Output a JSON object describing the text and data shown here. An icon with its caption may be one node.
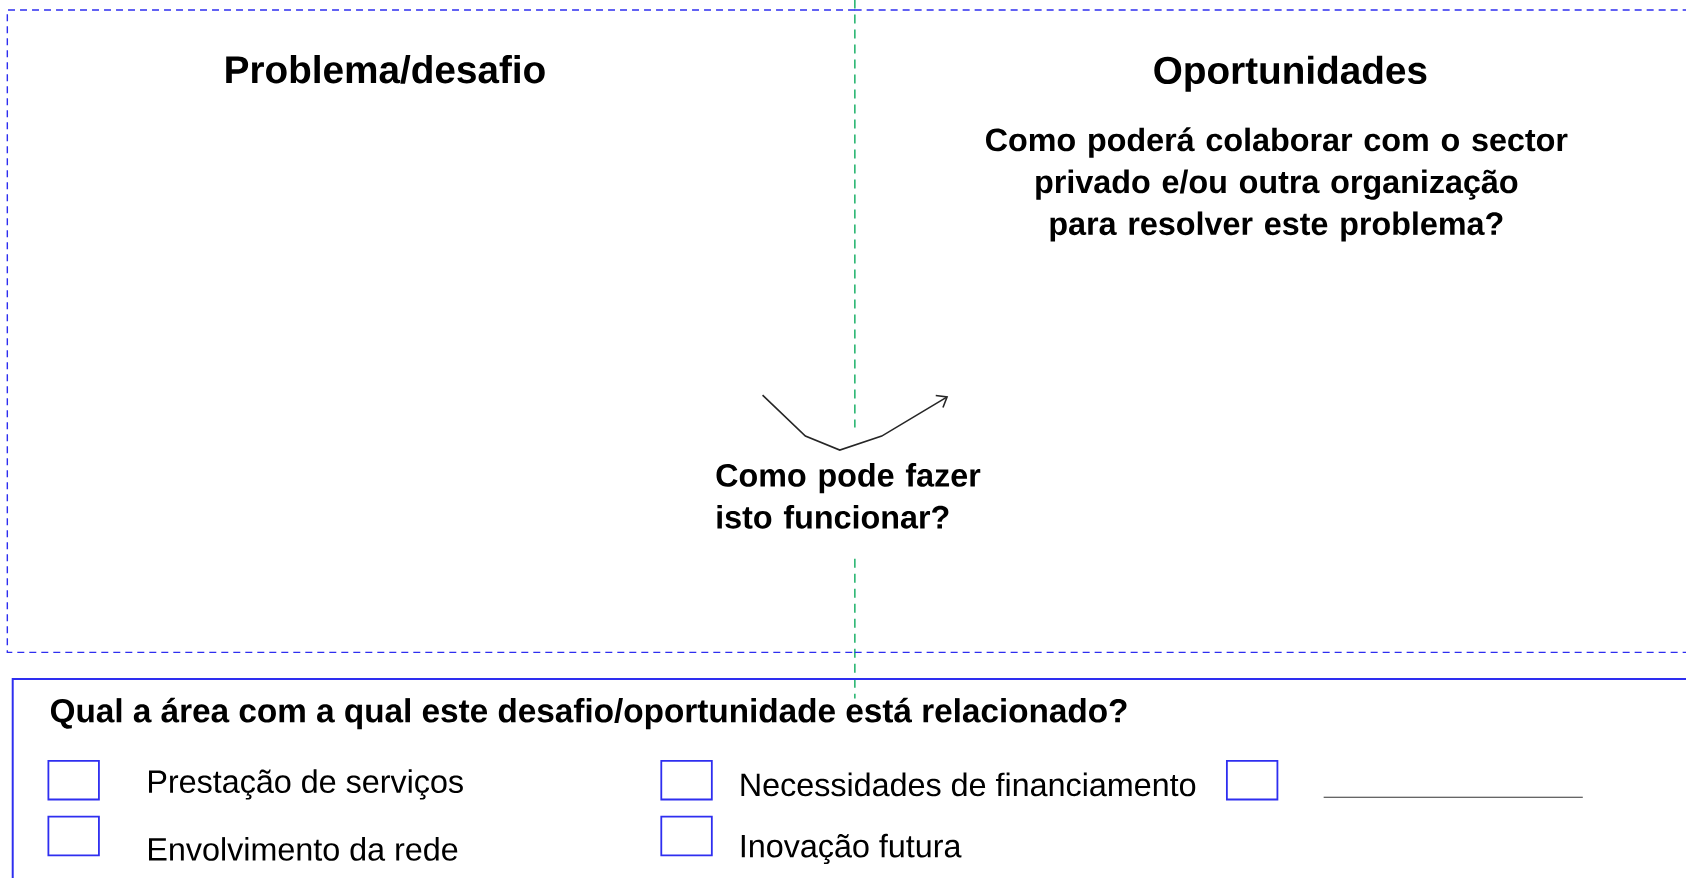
{
  "diagram": {
    "nodes": [
      {
        "text": [
          "Problema/desafio"
        ]
      },
      {
        "text": [
          "Oportunidades",
          "Como poderá colaborar com o sector privado e/ou outra organização para resolver este problema?"
        ]
      },
      {
        "text": [
          "Qual a área com a qual este desafio/oportunidade está relacionado?"
        ]
      }
    ],
    "edges": [
      {
        "from": 0,
        "to": 1,
        "arrow": "to",
        "label": "Como pode fazer isto funcionar?"
      }
    ],
    "labels": [
      "Prestação de serviços",
      "Necessidades de financiamento",
      "Envolvimento da rede",
      "Inovação futura"
    ]
  }
}
